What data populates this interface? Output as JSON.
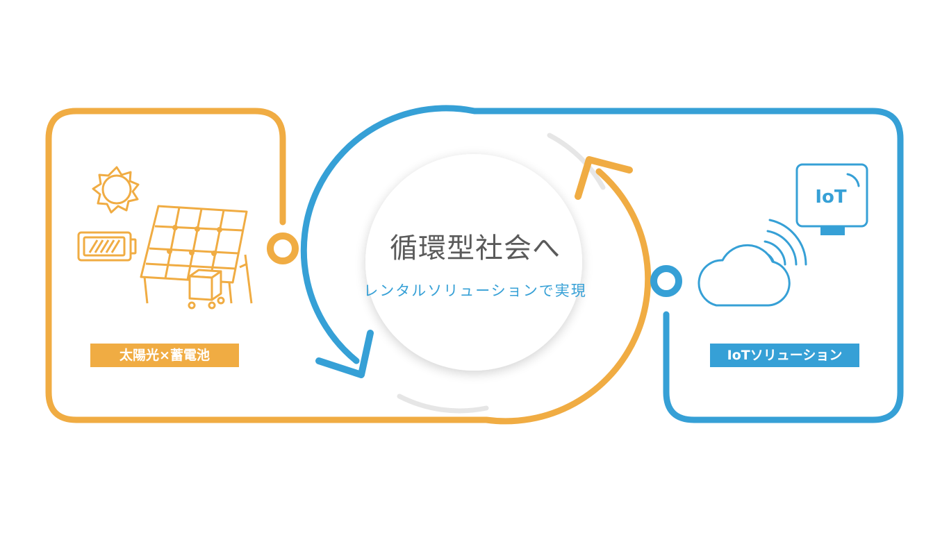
{
  "center": {
    "title": "循環型社会へ",
    "subtitle": "レンタルソリューションで実現"
  },
  "left_panel": {
    "label": "太陽光×蓄電池",
    "color": "#f0ac43"
  },
  "right_panel": {
    "label": "IoTソリューション",
    "device_label": "IoT",
    "color": "#36a0d6"
  },
  "icons": [
    "sun-icon",
    "battery-icon",
    "solar-panel-icon",
    "storage-cart-icon",
    "cloud-icon",
    "wifi-signal-icon",
    "iot-device-icon"
  ],
  "colors": {
    "orange": "#f0ac43",
    "blue": "#36a0d6",
    "circle_fill": "#ffffff",
    "circle_shadow": "#e5e5e5",
    "text_gray": "#5a5a5a"
  }
}
